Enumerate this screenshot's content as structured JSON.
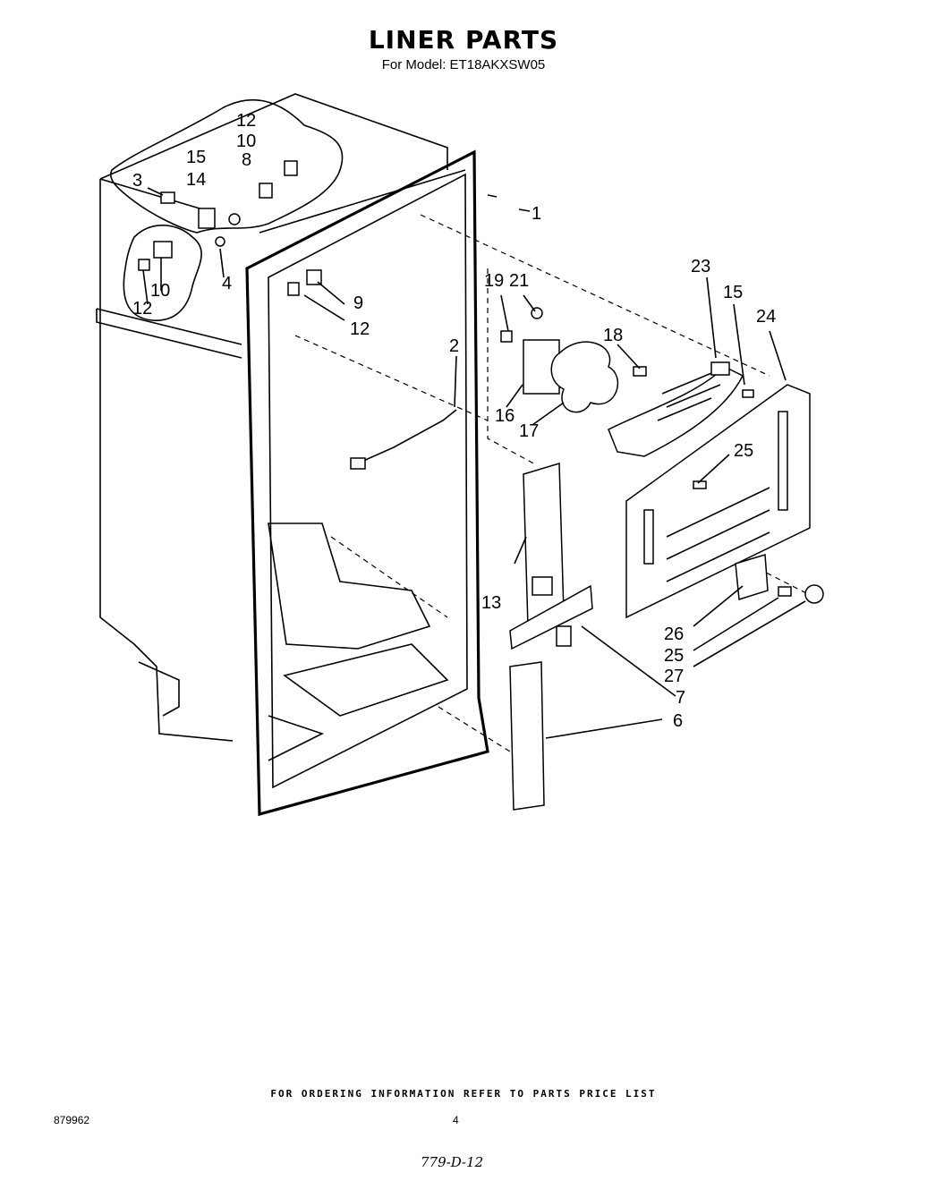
{
  "header": {
    "title": "LINER PARTS",
    "subtitle": "For Model: ET18AKXSW05"
  },
  "callouts": {
    "c1": "1",
    "c2": "2",
    "c3": "3",
    "c4": "4",
    "c6": "6",
    "c7": "7",
    "c8": "8",
    "c9": "9",
    "c10a": "10",
    "c10b": "10",
    "c12a": "12",
    "c12b": "12",
    "c12c": "12",
    "c13": "13",
    "c14": "14",
    "c15a": "15",
    "c15b": "15",
    "c16": "16",
    "c17": "17",
    "c18": "18",
    "c19": "19",
    "c21": "21",
    "c23": "23",
    "c24": "24",
    "c25a": "25",
    "c25b": "25",
    "c26": "26",
    "c27": "27"
  },
  "footer": {
    "note": "FOR ORDERING INFORMATION REFER TO PARTS PRICE LIST",
    "doc_number": "879962",
    "page_number": "4",
    "handwritten": "779-D-12"
  }
}
